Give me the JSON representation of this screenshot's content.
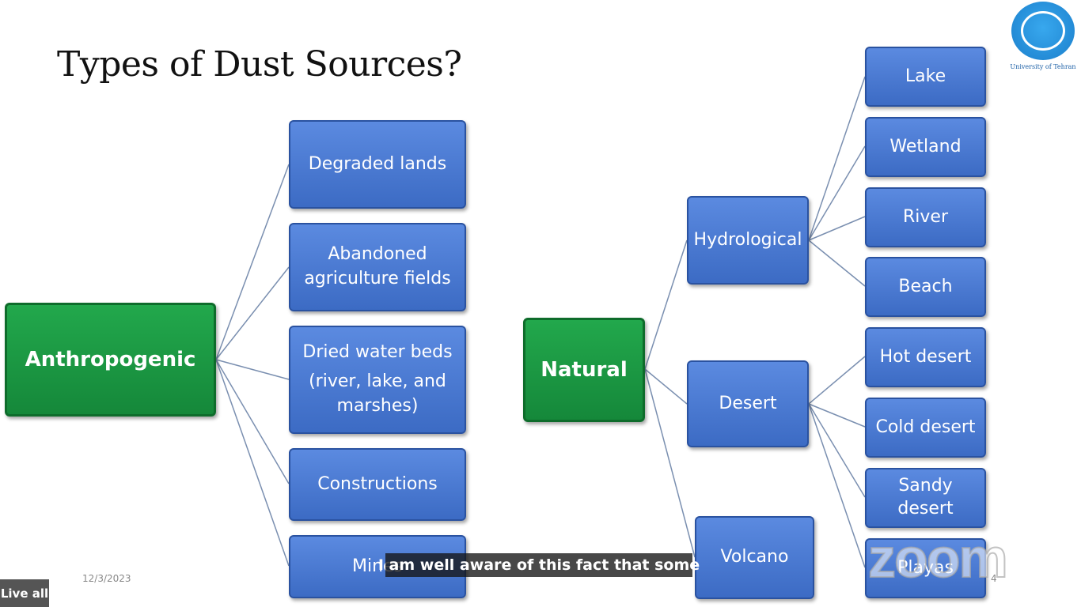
{
  "slide": {
    "title": "Types of Dust Sources?",
    "date": "12/3/2023",
    "page_number": "4",
    "logo_caption": "University of Tehran"
  },
  "diagram": {
    "anthropogenic": {
      "label": "Anthropogenic",
      "children": [
        "Degraded lands",
        "Abandoned agriculture fields",
        "Dried water beds",
        "(river, lake, and marshes)",
        "Constructions",
        "Mines"
      ]
    },
    "natural": {
      "label": "Natural",
      "hydrological": {
        "label": "Hydrological",
        "children": [
          "Lake",
          "Wetland",
          "River",
          "Beach"
        ]
      },
      "desert": {
        "label": "Desert",
        "children": [
          "Hot desert",
          "Cold desert",
          "Sandy desert",
          "Playas"
        ]
      },
      "volcano": {
        "label": "Volcano"
      }
    }
  },
  "overlay": {
    "live_label": "Live all",
    "caption": "I am well aware of this fact that some",
    "watermark": "zoom"
  },
  "colors": {
    "root_green": "#1a9a44",
    "node_blue": "#4a7bd6"
  }
}
